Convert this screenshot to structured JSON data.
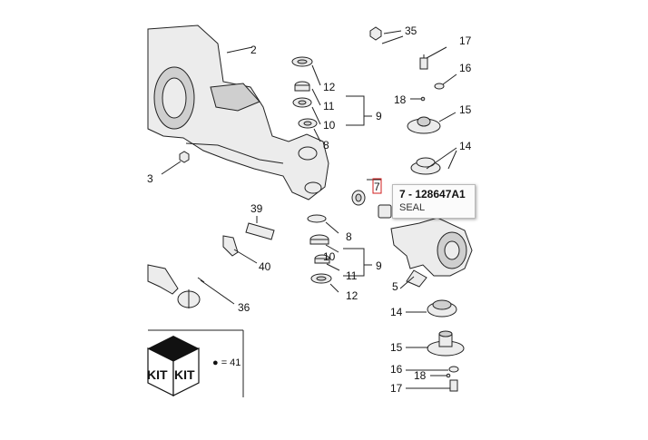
{
  "callouts": {
    "c35": "35",
    "c17a": "17",
    "c16a": "16",
    "c18a": "18",
    "c15a": "15",
    "c14a": "14",
    "c2": "2",
    "c12a": "12",
    "c11a": "11",
    "c10a": "10",
    "c9a": "9",
    "c8a": "8",
    "c3": "3",
    "c7": "7",
    "c39": "39",
    "c40": "40",
    "c36": "36",
    "c8b": "8",
    "c10b": "10",
    "c9b": "9",
    "c11b": "11",
    "c12b": "12",
    "c5": "5",
    "c14b": "14",
    "c15b": "15",
    "c16b": "16",
    "c18b": "18",
    "c17b": "17"
  },
  "kit": {
    "box_label_left": "KIT",
    "box_label_right": "KIT",
    "legend": "● = 41"
  },
  "tooltip": {
    "part_number": "7 - 128647A1",
    "description": "SEAL"
  },
  "colors": {
    "highlight": "#d01c1c",
    "line": "#222222",
    "part_fill": "#ececec"
  }
}
